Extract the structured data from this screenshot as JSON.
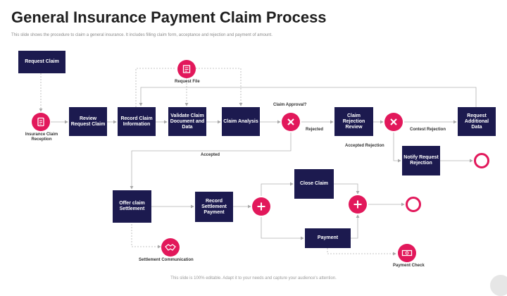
{
  "header": {
    "title": "General Insurance Payment Claim Process",
    "subtitle": "This slide shows the procedure to claim a general insurance. It includes filling claim form, acceptance and rejection and payment of amount."
  },
  "boxes": {
    "request_claim": "Request Claim",
    "review_request_claim": "Review Request Claim",
    "record_claim_information": "Record Claim Information",
    "validate_claim_document": "Validate Claim Document and Data",
    "claim_analysis": "Claim Analysis",
    "claim_rejection_review": "Claim Rejection Review",
    "request_additional_data": "Request Additional Data",
    "notify_request_rejection": "Notify Request Rejection",
    "offer_claim_settlement": "Offer claim Settlement",
    "record_settlement_payment": "Record Settlement Payment",
    "close_claim": "Close Claim",
    "payment": "Payment"
  },
  "labels": {
    "insurance_claim_reception": "Insurance Claim Reception",
    "request_file": "Request File",
    "claim_approval": "Claim Approval?",
    "rejected": "Rejected",
    "accepted": "Accepted",
    "contest_rejection": "Contest Rejection",
    "accepted_rejection": "Accepted Rejection",
    "settlement_communication": "Settlement Communication",
    "payment_check": "Payment Check"
  },
  "icons": {
    "document": "document-icon",
    "file": "file-icon",
    "handshake": "handshake-icon",
    "money": "money-icon",
    "reject_gateway": "x-icon",
    "parallel_gateway": "plus-icon"
  },
  "colors": {
    "box_fill": "#1c1a4f",
    "accent": "#e2185b"
  },
  "footer": {
    "note": "This slide is 100% editable. Adapt it to your needs and capture your audience's attention."
  }
}
